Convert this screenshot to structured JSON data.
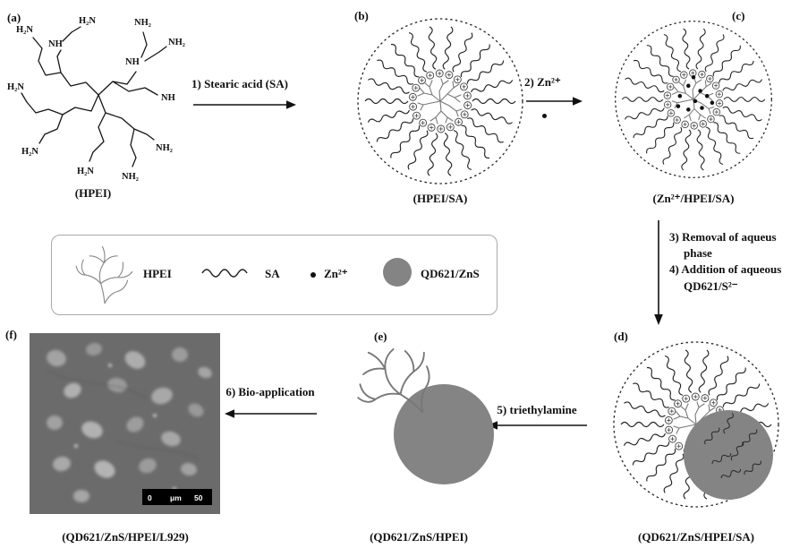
{
  "figure": {
    "panels": {
      "a": {
        "tag": "(a)",
        "caption": "(HPEI)",
        "labels": [
          "H₂N",
          "H₂N",
          "NH₂",
          "NH",
          "NH₂",
          "NH",
          "H₂N",
          "NH",
          "H₂N",
          "H₂N",
          "NH₂",
          "NH₂"
        ]
      },
      "b": {
        "tag": "(b)",
        "caption": "(HPEI/SA)"
      },
      "c": {
        "tag": "(c)",
        "caption": "(Zn²⁺/HPEI/SA)"
      },
      "d": {
        "tag": "(d)",
        "caption": "(QD621/ZnS/HPEI/SA)"
      },
      "e": {
        "tag": "(e)",
        "caption": "(QD621/ZnS/HPEI)"
      },
      "f": {
        "tag": "(f)",
        "caption": "(QD621/ZnS/HPEI/L929)",
        "scalebar": {
          "start": "0",
          "unit": "μm",
          "end": "50"
        }
      }
    },
    "steps": {
      "s1": "1) Stearic acid (SA)",
      "s2": "2)  Zn²⁺",
      "s3_line1": "3) Removal of  aqueus",
      "s3_line2": "phase",
      "s4_line1": "4) Addition of aqueous",
      "s4_line2": "QD621/S²⁻",
      "s5": "5)  triethylamine",
      "s6": "6) Bio-application"
    },
    "legend": {
      "hpei": "HPEI",
      "sa": "SA",
      "zn": "Zn²⁺",
      "qd": "QD621/ZnS"
    },
    "colors": {
      "qd_gray": "#848484",
      "micrograph_gray": "#6b6b6b"
    }
  }
}
